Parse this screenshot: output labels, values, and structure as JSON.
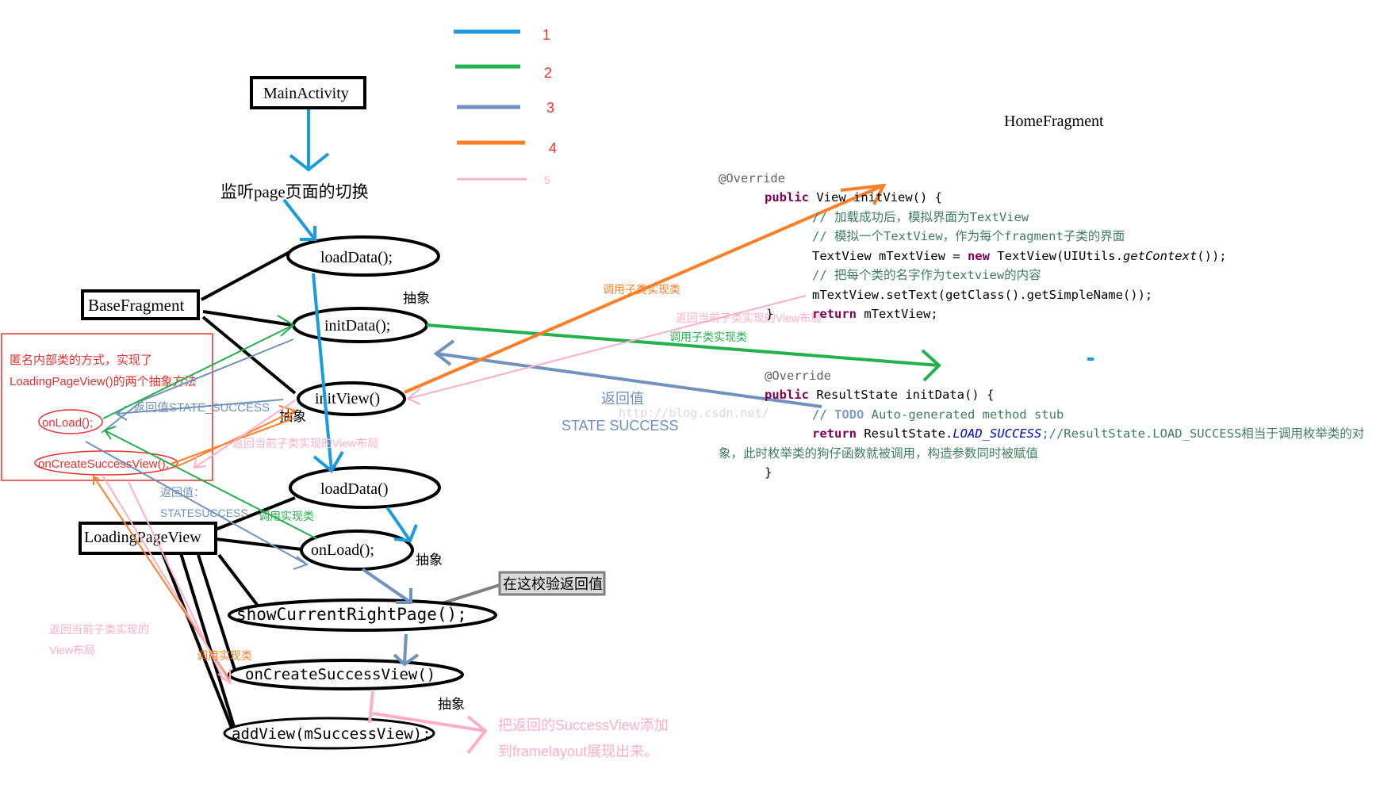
{
  "legend": [
    {
      "number": "1",
      "color": "#1a9be0"
    },
    {
      "number": "2",
      "color": "#22b14c"
    },
    {
      "number": "3",
      "color": "#7092be"
    },
    {
      "number": "4",
      "color": "#ff7f27"
    },
    {
      "number": "5",
      "color": "#ffaec9"
    }
  ],
  "boxes": {
    "main_activity": "MainActivity",
    "base_fragment": "BaseFragment",
    "loading_page_view": "LoadingPageView",
    "home_fragment": "HomeFragment"
  },
  "nodes": {
    "listen_page": "监听page页面的切换",
    "load_data_1": "loadData();",
    "init_data": "initData();",
    "init_view": "initView()",
    "load_data_2": "loadData()",
    "on_load": "onLoad();",
    "show_current": "showCurrentRightPage();",
    "on_create_success": "onCreateSuccessView()",
    "add_view": "addView(mSuccessView);",
    "left_on_load": "onLoad();",
    "left_on_create": "onCreateSuccessView();"
  },
  "labels": {
    "abstract_1": "抽象",
    "abstract_2": "抽象",
    "abstract_3": "抽象",
    "abstract_4": "抽象",
    "anon_line1": "匿名内部类的方式，实现了",
    "anon_line2": "LoadingPageView()的两个抽象方法",
    "return_state_success": "返回值STATE_SUCCESS",
    "return_layout_1": "返回当前子类实现的View布局",
    "return_value_label": "返回值：",
    "state_success_short": "STATESUCCESS",
    "call_impl": "调用实现类",
    "return_layout_2_line1": "返回当前子类实现的",
    "return_layout_2_line2": "View布局",
    "call_impl_2": "调用实现类",
    "check_return": "在这校验返回值",
    "add_to_frame_line1": "把返回的SuccessView添加",
    "add_to_frame_line2": "到framelayout展现出来。",
    "call_subclass_1": "调用子类实现类",
    "return_layout_3": "返回当前子类实现的View布局",
    "call_subclass_2": "调用子类实现类",
    "return_value_big": "返回值",
    "state_success_big": "STATE SUCCESS",
    "watermark": "http://blog.csdn.net/"
  },
  "code": {
    "override1": "@Override",
    "l1_kw": "public",
    "l1_rest": " View initView() {",
    "l2": "// 加载成功后，模拟界面为TextView",
    "l3": "// 模拟一个TextView，作为每个fragment子类的界面",
    "l4_a": "TextView mTextView = ",
    "l4_kw": "new",
    "l4_b": " TextView(UIUtils.",
    "l4_it": "getContext",
    "l4_c": "());",
    "l5": "// 把每个类的名字作为textview的内容",
    "l6": "mTextView.setText(getClass().getSimpleName());",
    "l7_kw": "return",
    "l7_rest": " mTextView;",
    "l8": "}",
    "override2": "@Override",
    "m1_kw": "public",
    "m1_rest": " ResultState initData() {",
    "m2_a": "// ",
    "m2_todo": "TODO",
    "m2_b": " Auto-generated method stub",
    "m3_kw": "return",
    "m3_a": " ResultState.",
    "m3_enum": "LOAD_SUCCESS",
    "m3_cm": ";//ResultState.LOAD_SUCCESS相当于调用枚举类的对",
    "m4": "象，此时枚举类的狗仔函数就被调用，构造参数同时被赋值",
    "m5": "}"
  }
}
